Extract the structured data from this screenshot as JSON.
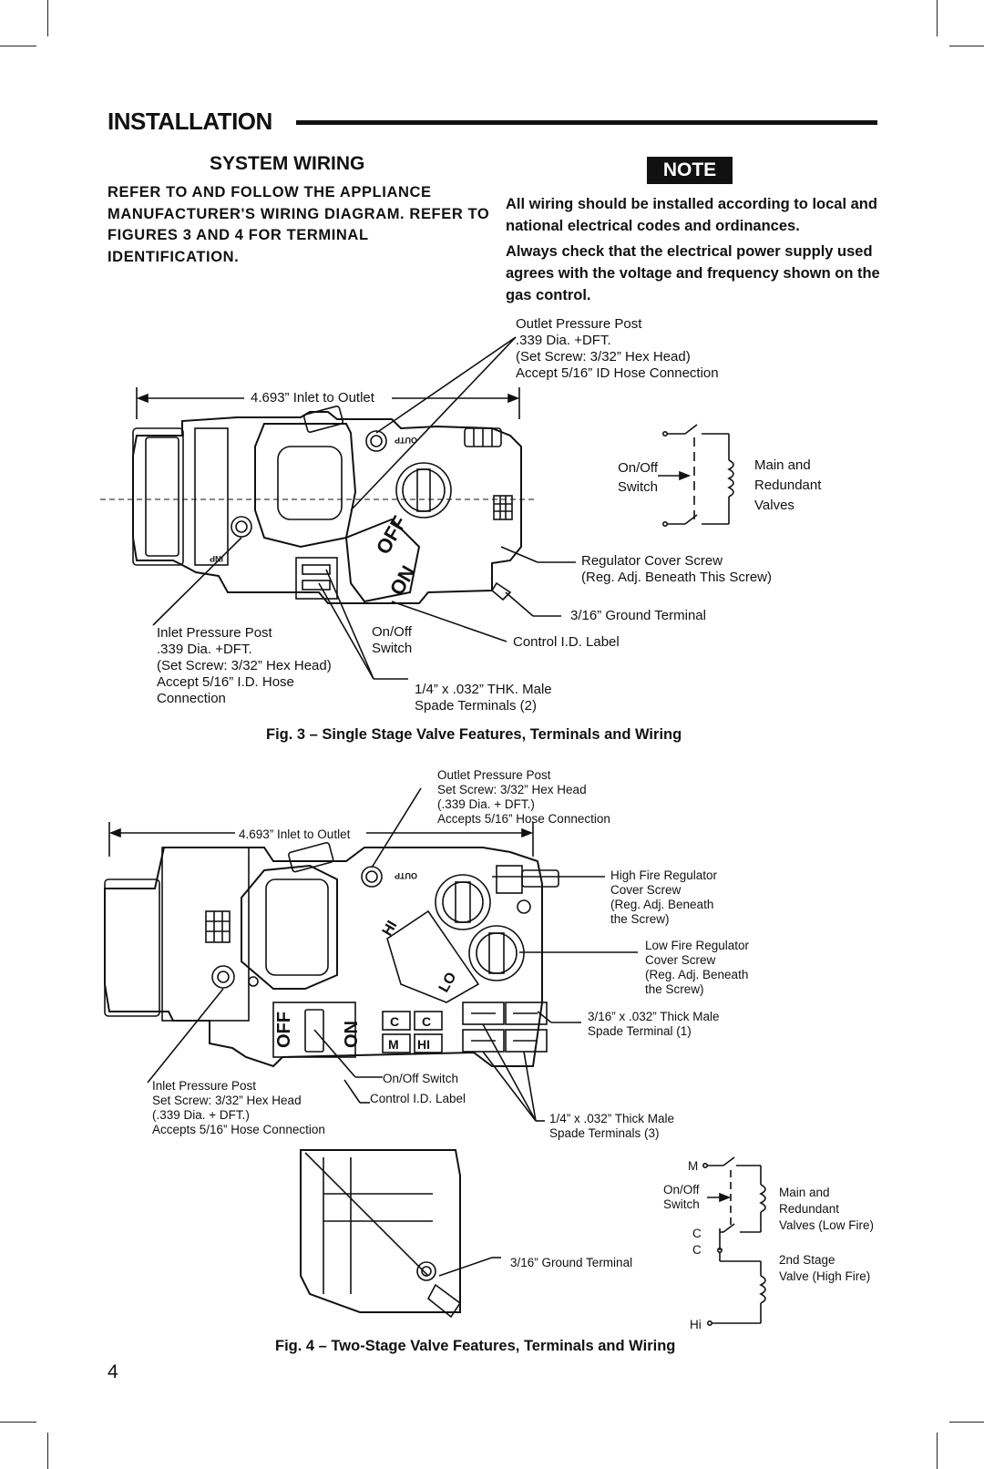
{
  "header": {
    "title": "INSTALLATION"
  },
  "section": {
    "title": "SYSTEM WIRING"
  },
  "intro": "REFER TO AND FOLLOW THE APPLIANCE MANUFACTURER'S WIRING DIAGRAM. REFER TO FIGURES 3 AND 4 FOR TERMINAL IDENTIFICATION.",
  "note": {
    "badge": "NOTE",
    "para1": "All wiring should be installed according to local and national electrical codes and ordinances.",
    "para2": "Always check that the electrical power supply used agrees with the voltage and frequency shown on the gas control."
  },
  "fig3": {
    "caption": "Fig. 3 – Single Stage Valve Features, Terminals and Wiring",
    "outlet_post": "Outlet Pressure Post\n.339 Dia. +DFT.\n(Set Screw: 3/32” Hex Head)\nAccept 5/16” ID Hose Connection",
    "dimension": "4.693” Inlet to Outlet",
    "onoff_switch_wiring": "On/Off\nSwitch",
    "main_redundant": "Main and\nRedundant\nValves",
    "regulator_cover": "Regulator Cover Screw\n(Reg. Adj. Beneath This Screw)",
    "ground_terminal": "3/16” Ground Terminal",
    "control_label": "Control I.D. Label",
    "inlet_post": "Inlet Pressure Post\n.339 Dia. +DFT.\n(Set Screw: 3/32” Hex Head)\nAccept 5/16” I.D. Hose\nConnection",
    "onoff_switch": "On/Off\nSwitch",
    "spade_terminals": "1/4” x .032” THK. Male\nSpade Terminals (2)",
    "knob_off": "OFF",
    "knob_on": "ON",
    "outlet_mark": "OUTP",
    "inlet_mark": "INP"
  },
  "fig4": {
    "caption": "Fig. 4 – Two-Stage Valve Features, Terminals and Wiring",
    "outlet_post": "Outlet Pressure Post\nSet Screw: 3/32” Hex Head\n(.339 Dia. + DFT.)\nAccepts 5/16” Hose Connection",
    "dimension": "4.693” Inlet to Outlet",
    "high_fire": "High Fire Regulator\nCover Screw\n(Reg. Adj. Beneath\nthe Screw)",
    "low_fire": "Low Fire Regulator\nCover Screw\n(Reg. Adj. Beneath\nthe Screw)",
    "spade_316": "3/16” x .032” Thick Male\nSpade Terminal (1)",
    "inlet_post": "Inlet Pressure Post\nSet Screw: 3/32” Hex Head\n(.339 Dia. + DFT.)\nAccepts 5/16” Hose Connection",
    "onoff_switch": "On/Off Switch",
    "control_label": "Control I.D. Label",
    "spade_14": "1/4” x .032” Thick Male\nSpade Terminals (3)",
    "ground_terminal": "3/16” Ground Terminal",
    "wiring_m": "M",
    "wiring_onoff": "On/Off\nSwitch",
    "wiring_c1": "C",
    "wiring_c2": "C",
    "wiring_hi": "Hi",
    "main_redundant": "Main and\nRedundant\nValves (Low Fire)",
    "second_stage": "2nd Stage\nValve (High Fire)",
    "knob_off": "OFF",
    "knob_on": "ON",
    "mark_hi": "HI",
    "mark_lo": "LO",
    "term_c": "C",
    "term_m": "M",
    "term_hi": "HI",
    "outlet_mark": "OUTP"
  },
  "page_number": "4"
}
